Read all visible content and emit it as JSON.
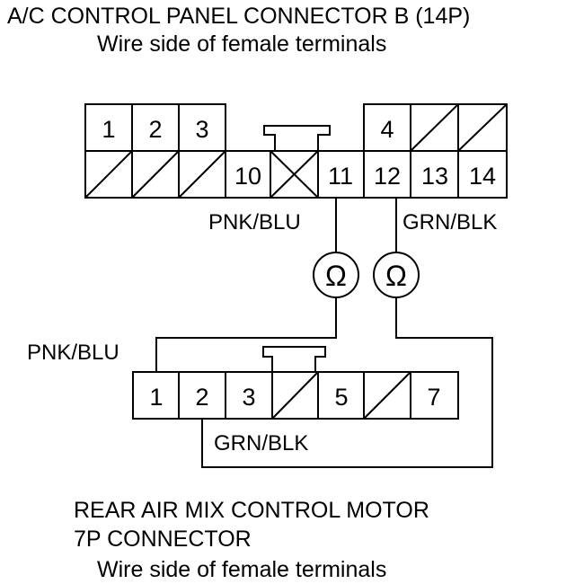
{
  "connector_b": {
    "title": "A/C CONTROL PANEL CONNECTOR B (14P)",
    "subtitle": "Wire side of female terminals",
    "top_row": [
      "1",
      "2",
      "3",
      "",
      "4",
      "",
      ""
    ],
    "bottom_row": [
      "",
      "",
      "",
      "10",
      "",
      "11",
      "12",
      "13",
      "14"
    ]
  },
  "connector_7p": {
    "title_line1": "REAR AIR MIX CONTROL MOTOR",
    "title_line2": "7P CONNECTOR",
    "subtitle": "Wire side of female terminals",
    "cells": [
      "1",
      "2",
      "3",
      "",
      "5",
      "",
      "7"
    ]
  },
  "wires": {
    "b11": "PNK/BLU",
    "b12": "GRN/BLK",
    "motor1": "PNK/BLU",
    "motor2": "GRN/BLK"
  },
  "meter_symbol": "Ω"
}
